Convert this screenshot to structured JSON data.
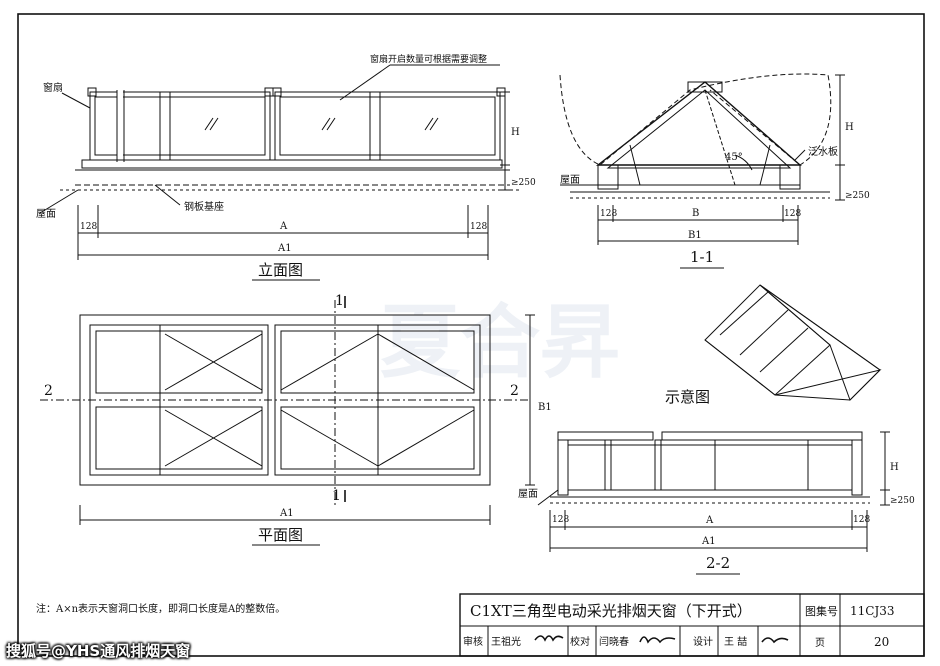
{
  "labels": {
    "sash": "窗扇",
    "sash_note": "窗扇开启数量可根据需要调整",
    "roof": "屋面",
    "steel_base": "钢板基座",
    "flashing": "泛水板",
    "dim_128": "128",
    "dim_A": "A",
    "dim_A1": "A1",
    "dim_B": "B",
    "dim_B1": "B1",
    "dim_H": "H",
    "dim_250": "≥250",
    "angle": "45°",
    "section_1": "1",
    "section_2": "2"
  },
  "views": {
    "elevation": "立面图",
    "plan": "平面图",
    "section_11": "1-1",
    "section_22": "2-2",
    "schematic": "示意图"
  },
  "watermark": "夏合昇",
  "note": "注：A×n表示天窗洞口长度，即洞口长度是A的整数倍。",
  "title_block": {
    "title": "C1XT三角型电动采光排烟天窗（下开式）",
    "atlas_label": "图集号",
    "atlas_no": "11CJ33",
    "review_label": "审核",
    "reviewer": "王祖光",
    "check_label": "校对",
    "checker": "闫晓春",
    "design_label": "设计",
    "designer": "王 喆",
    "page_label": "页",
    "page_no": "20"
  },
  "credit": "搜狐号@YHS通风排烟天窗"
}
